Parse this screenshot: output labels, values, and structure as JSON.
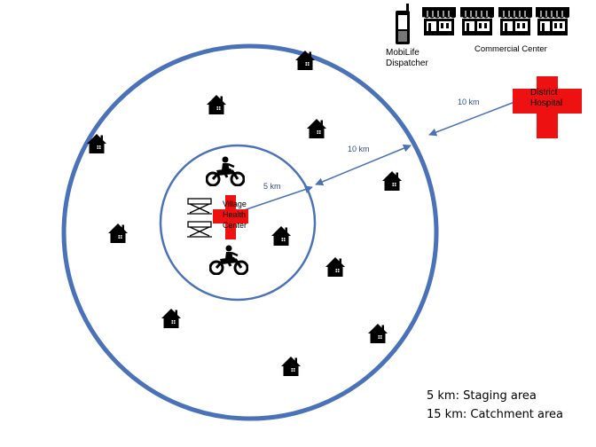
{
  "diagram": {
    "dispatcher_label_line1": "MobiLife",
    "dispatcher_label_line2": "Dispatcher",
    "commercial_center_label": "Commercial  Center",
    "district_hospital_line1": "District",
    "district_hospital_line2": "Hospital",
    "village_health_center_line1": "Village",
    "village_health_center_line2": "Health",
    "village_health_center_line3": "Center",
    "distance_5km": "5 km",
    "distance_10km_inner": "10 km",
    "distance_10km_outer": "10 km"
  },
  "legend": {
    "staging": "5 km: Staging area",
    "catchment": "15 km: Catchment area"
  },
  "colors": {
    "ring": "#4a72b8",
    "arrow": "#4a72b8",
    "cross": "#ee1111",
    "icon": "#000000"
  },
  "icons": {
    "house": "house-icon",
    "store": "store-icon",
    "phone": "mobile-phone-icon",
    "motorcycle": "motorcycle-icon",
    "stretcher": "stretcher-icon",
    "cross": "red-cross-icon"
  }
}
